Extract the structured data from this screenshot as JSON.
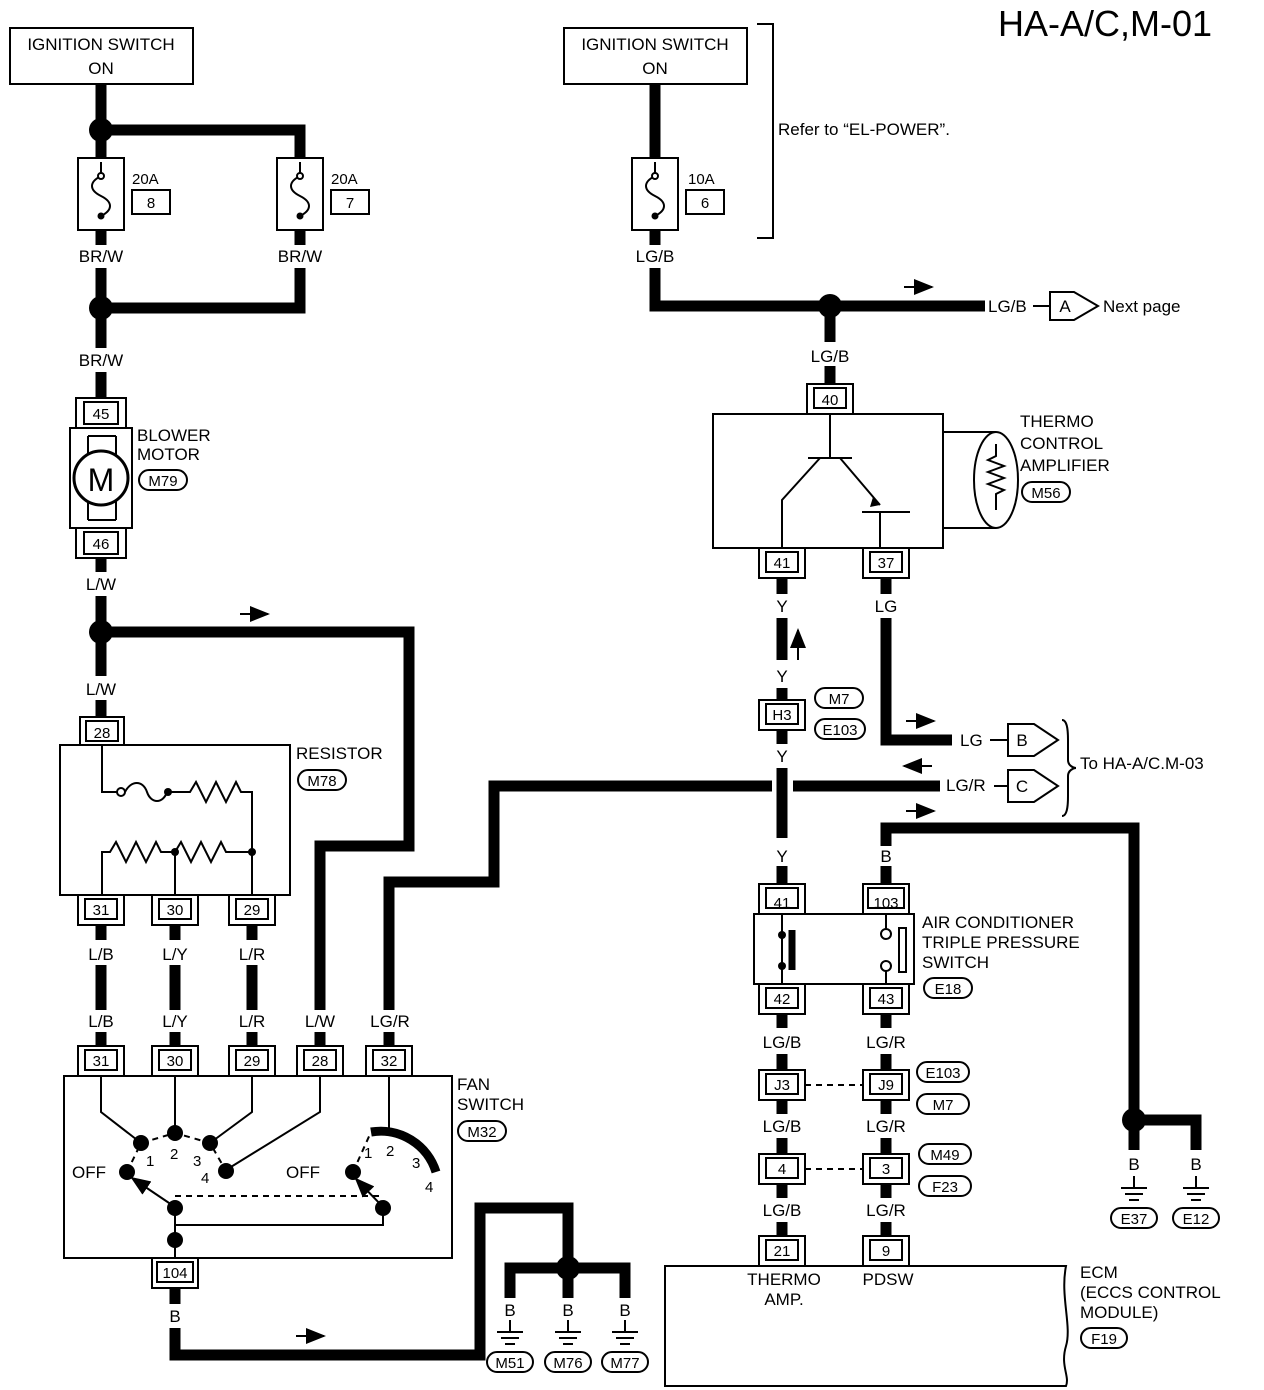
{
  "title": "HA-A/C,M-01",
  "ignition_left": {
    "line1": "IGNITION SWITCH",
    "line2": "ON"
  },
  "ignition_right": {
    "line1": "IGNITION SWITCH",
    "line2": "ON"
  },
  "refer_note": "Refer to “EL-POWER”.",
  "fuses": [
    {
      "amp": "20A",
      "num": "8"
    },
    {
      "amp": "20A",
      "num": "7"
    },
    {
      "amp": "10A",
      "num": "6"
    }
  ],
  "wires": {
    "brw": "BR/W",
    "lgb": "LG/B",
    "lw": "L/W",
    "lb": "L/B",
    "ly": "L/Y",
    "lr": "L/R",
    "lgr": "LG/R",
    "y": "Y",
    "lg": "LG",
    "b": "B"
  },
  "blower": {
    "line1": "BLOWER",
    "line2": "MOTOR",
    "conn": "M79",
    "symbol": "M",
    "pin_top": "45",
    "pin_bot": "46"
  },
  "resistor": {
    "label": "RESISTOR",
    "conn": "M78",
    "pins": [
      "28",
      "31",
      "30",
      "29"
    ]
  },
  "fan_switch": {
    "line1": "FAN",
    "line2": "SWITCH",
    "conn": "M32",
    "pins": [
      "31",
      "30",
      "29",
      "28",
      "32",
      "104"
    ],
    "off": "OFF",
    "pos": [
      "1",
      "2",
      "3",
      "4"
    ]
  },
  "thermo": {
    "line1": "THERMO",
    "line2": "CONTROL",
    "line3": "AMPLIFIER",
    "conn": "M56",
    "pins": [
      "40",
      "41",
      "37"
    ]
  },
  "h3": {
    "pin": "H3",
    "conn1": "M7",
    "conn2": "E103"
  },
  "connector_a": {
    "letter": "A",
    "text": "Next page"
  },
  "connector_b": {
    "letter": "B"
  },
  "connector_c": {
    "letter": "C"
  },
  "to_text": "To HA-A/C.M-03",
  "triple": {
    "line1": "AIR CONDITIONER",
    "line2": "TRIPLE PRESSURE",
    "line3": "SWITCH",
    "conn": "E18",
    "pins": [
      "41",
      "103",
      "42",
      "43"
    ]
  },
  "joints1": {
    "left": "J3",
    "right": "J9",
    "conn1": "E103",
    "conn2": "M7"
  },
  "joints2": {
    "left": "4",
    "right": "3",
    "conn1": "M49",
    "conn2": "F23"
  },
  "ecm": {
    "line1": "ECM",
    "line2": "(ECCS CONTROL",
    "line3": "MODULE)",
    "conn": "F19",
    "pin_thermo": "21",
    "pin_pdsw": "9",
    "label_thermo1": "THERMO",
    "label_thermo2": "AMP.",
    "label_pdsw": "PDSW"
  },
  "grounds": [
    "M51",
    "M76",
    "M77",
    "E37",
    "E12"
  ]
}
